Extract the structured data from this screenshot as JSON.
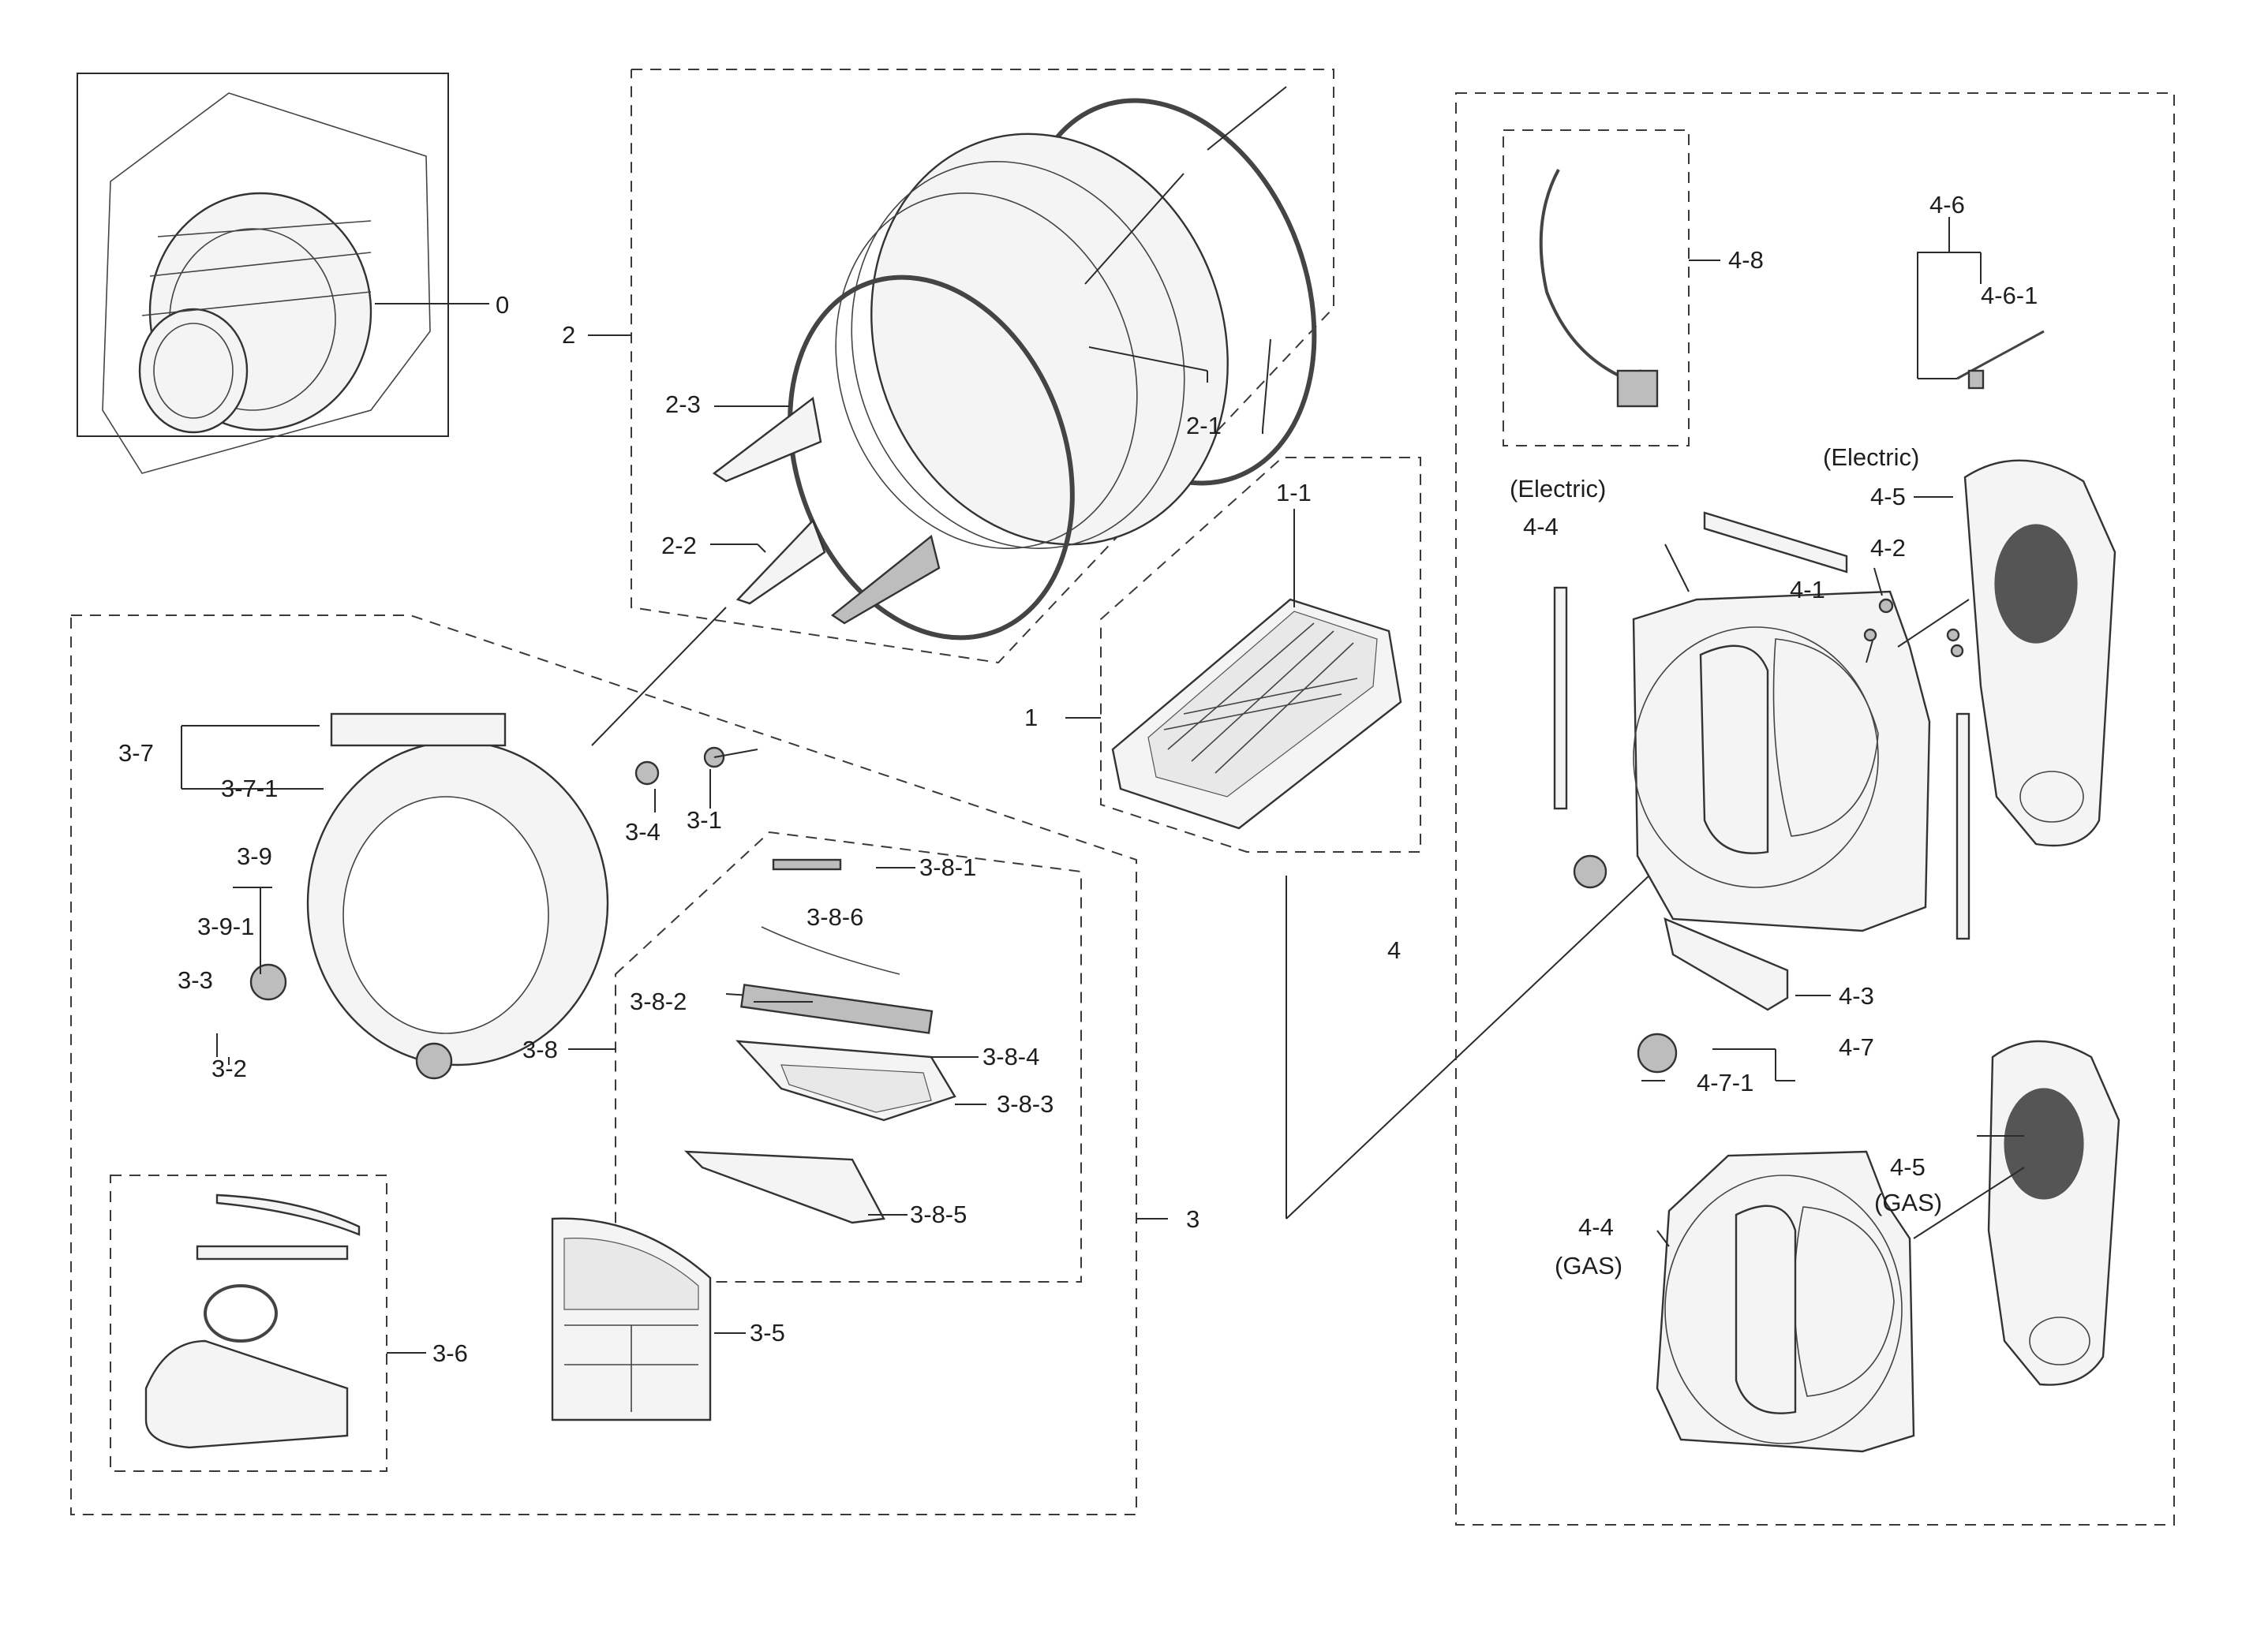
{
  "diagram": {
    "labels": {
      "l0": "0",
      "l1": "1",
      "l1_1": "1-1",
      "l2": "2",
      "l2_1": "2-1",
      "l2_2": "2-2",
      "l2_3": "2-3",
      "l3": "3",
      "l3_1": "3-1",
      "l3_2": "3-2",
      "l3_3": "3-3",
      "l3_4": "3-4",
      "l3_5": "3-5",
      "l3_6": "3-6",
      "l3_7": "3-7",
      "l3_7_1": "3-7-1",
      "l3_8": "3-8",
      "l3_8_1": "3-8-1",
      "l3_8_2": "3-8-2",
      "l3_8_3": "3-8-3",
      "l3_8_4": "3-8-4",
      "l3_8_5": "3-8-5",
      "l3_8_6": "3-8-6",
      "l3_9": "3-9",
      "l3_9_1": "3-9-1",
      "l4": "4",
      "l4_1": "4-1",
      "l4_2": "4-2",
      "l4_3": "4-3",
      "l4_4a": "4-4",
      "l4_4b": "4-4",
      "l4_5a": "4-5",
      "l4_5b": "4-5",
      "l4_6": "4-6",
      "l4_6_1": "4-6-1",
      "l4_7": "4-7",
      "l4_7_1": "4-7-1",
      "l4_8": "4-8",
      "electric_a": "(Electric)",
      "electric_b": "(Electric)",
      "gas_a": "(GAS)",
      "gas_b": "(GAS)"
    }
  }
}
